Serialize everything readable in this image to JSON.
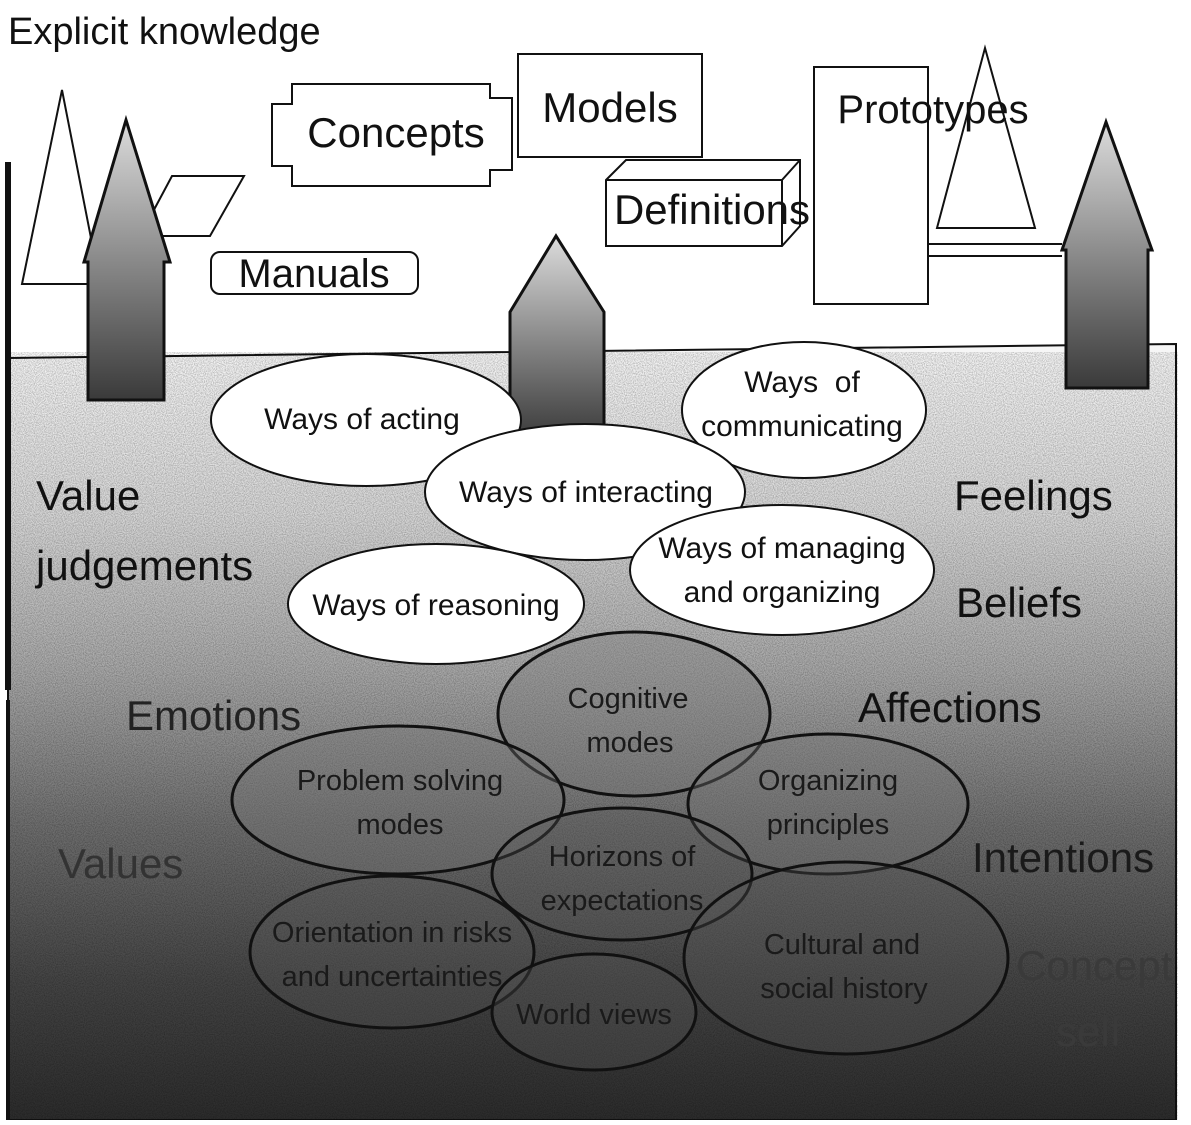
{
  "title": "Explicit knowledge",
  "explicit": {
    "concepts": "Concepts",
    "models": "Models",
    "prototypes": "Prototypes",
    "definitions": "Definitions",
    "manuals": "Manuals"
  },
  "tacit_ellipses": {
    "acting": "Ways of acting",
    "communicating": [
      "Ways  of",
      "communicating"
    ],
    "interacting": "Ways of interacting",
    "managing": [
      "Ways of managing",
      "and organizing"
    ],
    "reasoning": "Ways of reasoning"
  },
  "left_words": {
    "value_judgements": [
      "Value",
      "judgements"
    ],
    "emotions": "Emotions",
    "values": "Values"
  },
  "right_words": {
    "feelings": "Feelings",
    "beliefs": "Beliefs",
    "affections": "Affections",
    "intentions": "Intentions",
    "concept_self": [
      "Concept",
      "self"
    ]
  },
  "deep_ellipses": {
    "cognitive": [
      "Cognitive",
      "modes"
    ],
    "problem": [
      "Problem solving",
      "modes"
    ],
    "organizing": [
      "Organizing",
      "principles"
    ],
    "horizons": [
      "Horizons of",
      "expectations"
    ],
    "orientation": [
      "Orientation in risks",
      "and uncertainties"
    ],
    "cultural": [
      "Cultural and",
      "social history"
    ],
    "world": "World views"
  },
  "colors": {
    "ink": "#111111",
    "water_top": "#f4f4f4",
    "water_bottom": "#2a2a2a"
  }
}
